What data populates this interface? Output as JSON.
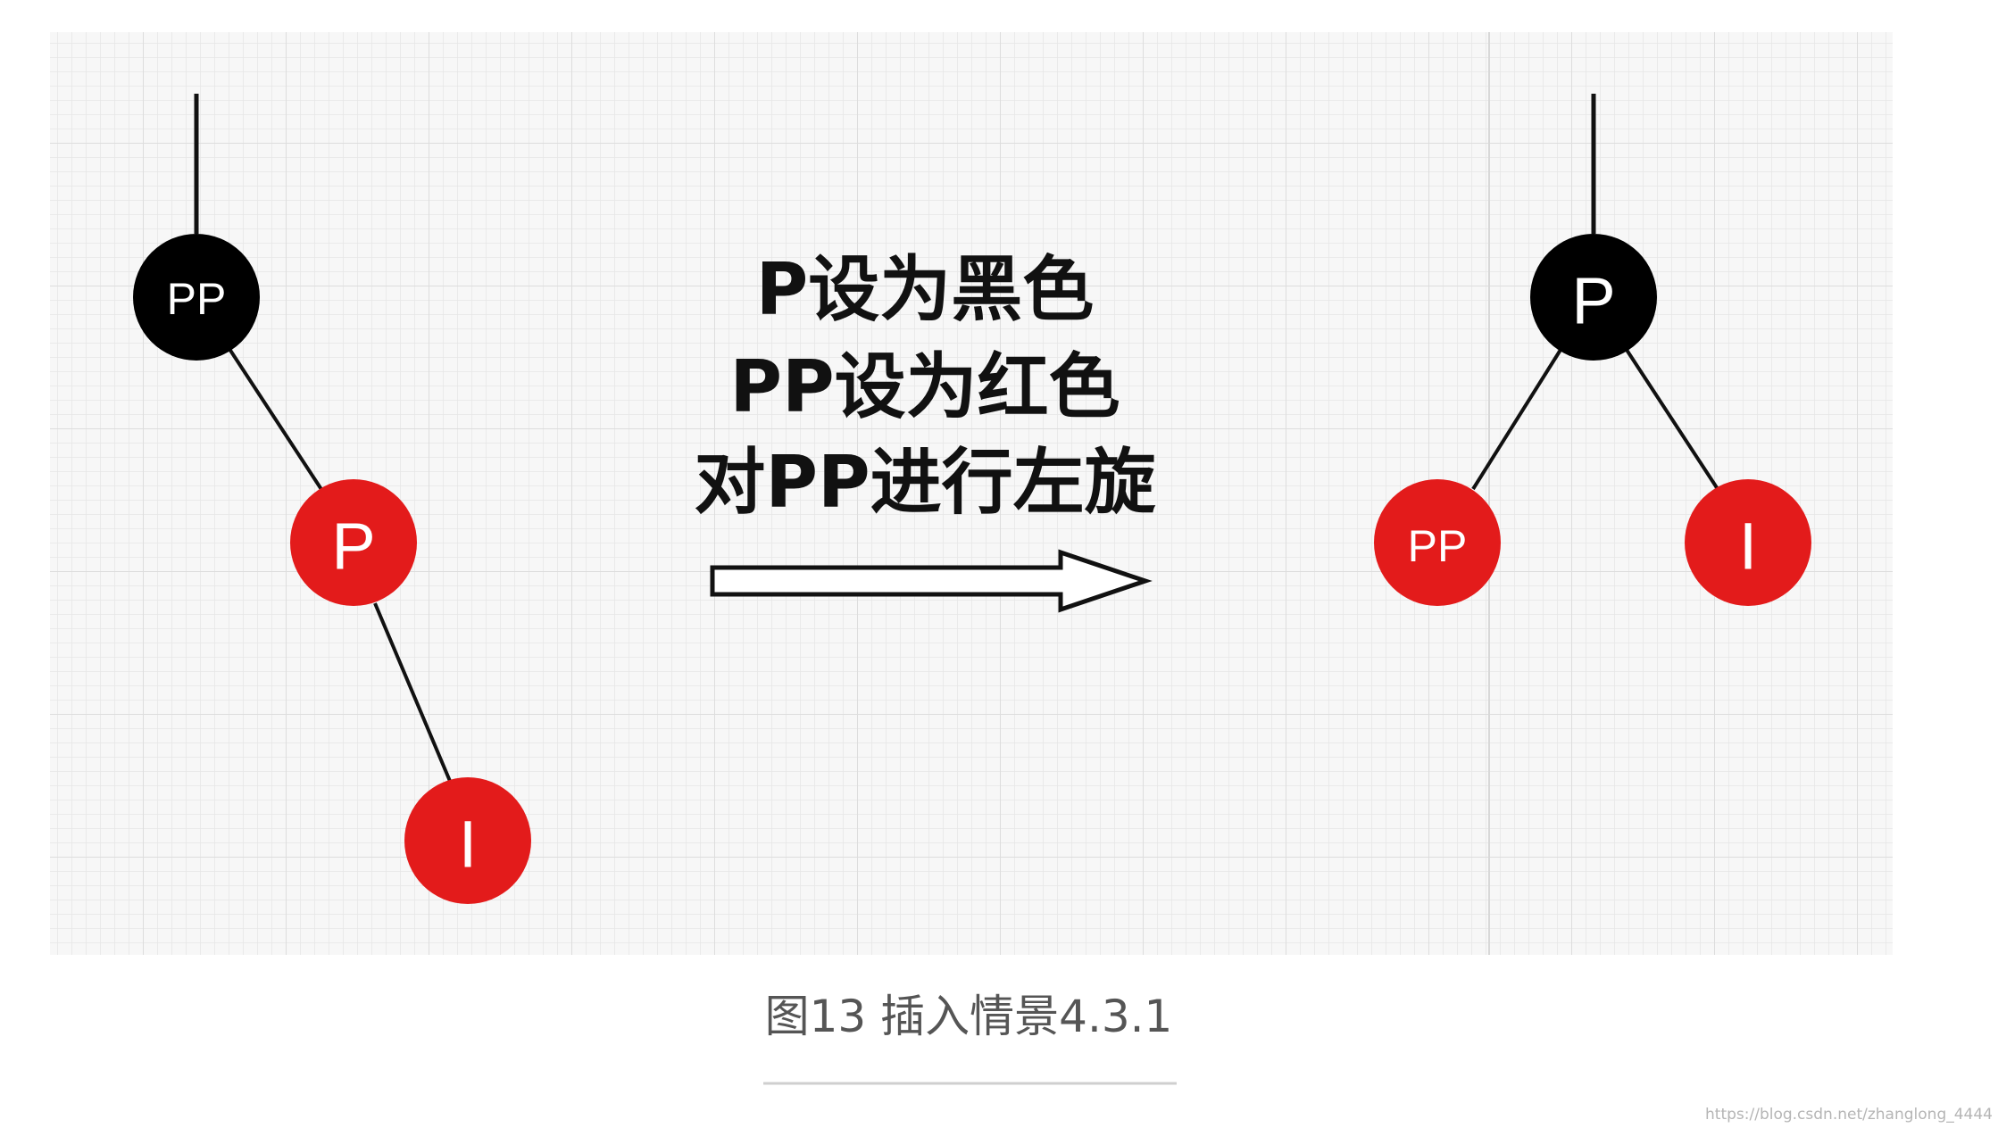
{
  "diagram": {
    "left_tree": {
      "nodes": [
        {
          "id": "pp",
          "label": "PP",
          "color": "#000000"
        },
        {
          "id": "p",
          "label": "P",
          "color": "#e31b1b"
        },
        {
          "id": "i",
          "label": "I",
          "color": "#e31b1b"
        }
      ]
    },
    "operations": {
      "line1": "P设为黑色",
      "line2": "PP设为红色",
      "line3": "对PP进行左旋"
    },
    "right_tree": {
      "nodes": [
        {
          "id": "p",
          "label": "P",
          "color": "#000000"
        },
        {
          "id": "pp",
          "label": "PP",
          "color": "#e31b1b"
        },
        {
          "id": "i",
          "label": "I",
          "color": "#e31b1b"
        }
      ]
    }
  },
  "caption": "图13 插入情景4.3.1",
  "watermark": "https://blog.csdn.net/zhanglong_4444",
  "colors": {
    "black_node": "#000000",
    "red_node": "#e31b1b",
    "grid_background": "#f6f6f6"
  }
}
